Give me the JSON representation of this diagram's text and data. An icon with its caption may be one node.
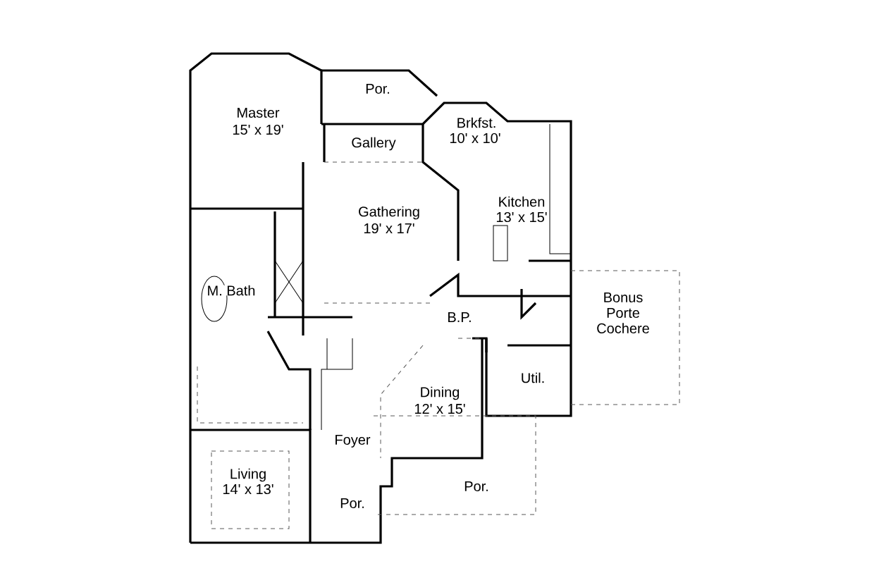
{
  "diagram": {
    "labels": [
      "Por.",
      "Master",
      "15' x 19'",
      "Gallery",
      "Brkfst.",
      "10' x 10'",
      "Gathering",
      "19' x 17'",
      "Kitchen",
      "13' x 15'",
      "M. Bath",
      "B.P.",
      "Bonus Porte Cochere",
      "Util.",
      "Dining",
      "12' x 15'",
      "Foyer",
      "Living",
      "14' x 13'",
      "Por.",
      "Por."
    ]
  }
}
